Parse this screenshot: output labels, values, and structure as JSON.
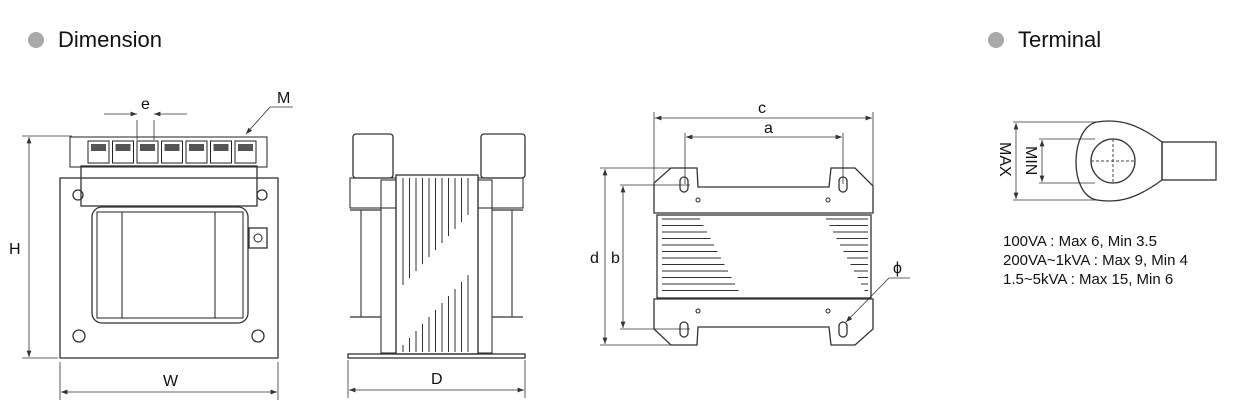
{
  "sections": {
    "dimension": {
      "title": "Dimension"
    },
    "terminal": {
      "title": "Terminal"
    }
  },
  "bullet_color": "#a9a9a9",
  "front_view": {
    "labels": {
      "e": "e",
      "M": "M",
      "H": "H",
      "W": "W"
    }
  },
  "side_view": {
    "labels": {
      "D": "D"
    }
  },
  "bottom_view": {
    "labels": {
      "c": "c",
      "a": "a",
      "d": "d",
      "b": "b",
      "phi": "ϕ"
    }
  },
  "terminal_drawing": {
    "labels": {
      "max": "MAX",
      "min": "MIN"
    }
  },
  "terminal_specs": [
    "100VA : Max 6, Min 3.5",
    "200VA~1kVA : Max 9,  Min 4",
    "1.5~5kVA : Max 15,  Min 6"
  ]
}
